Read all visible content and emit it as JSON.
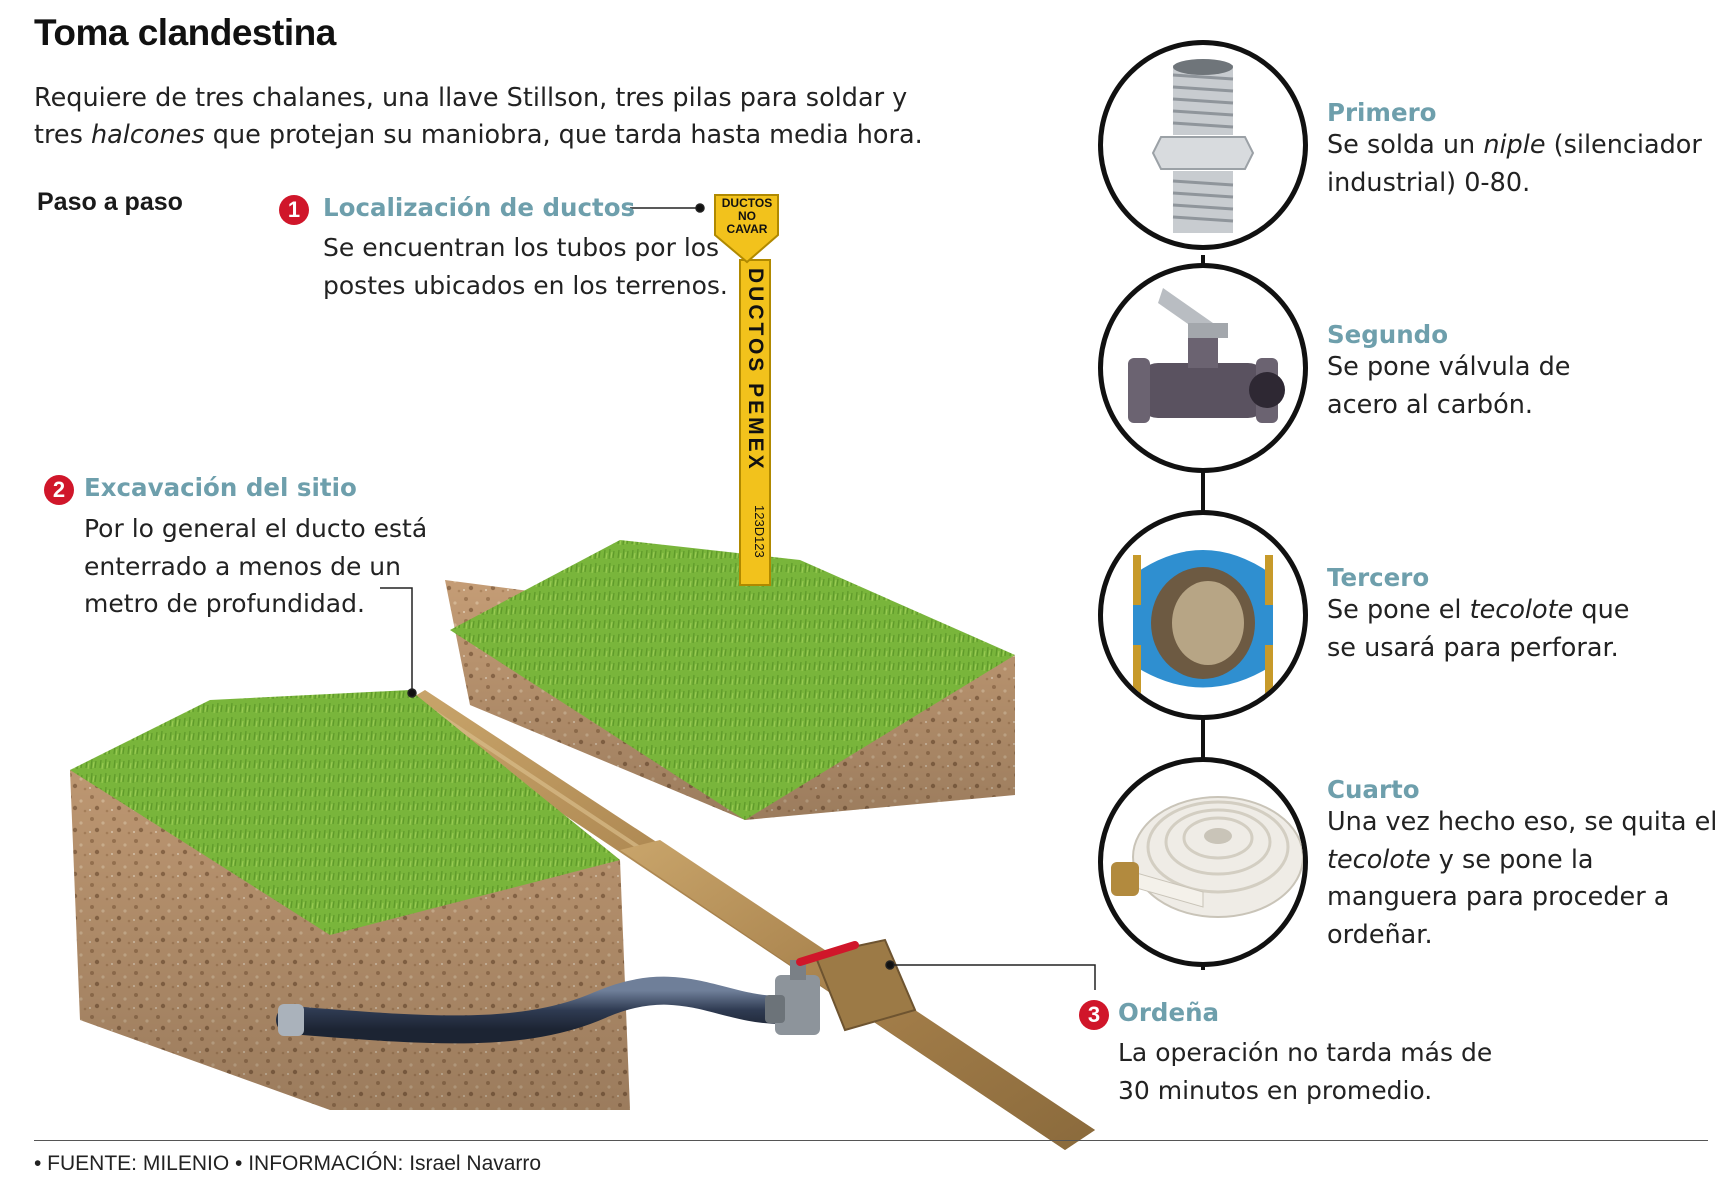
{
  "title": "Toma clandestina",
  "intro": {
    "part1": "Requiere de tres chalanes, una llave Stillson, tres pilas para soldar y tres ",
    "italic": "halcones",
    "part2": " que protejan su maniobra, que tarda hasta media hora."
  },
  "section_label": "Paso a paso",
  "steps": [
    {
      "number": "1",
      "heading": "Localización de ductos",
      "body": "Se encuentran los tubos por los postes ubicados en los terrenos."
    },
    {
      "number": "2",
      "heading": "Excavación del sitio",
      "body": "Por lo general el ducto está enterrado a menos de un metro de profundidad."
    },
    {
      "number": "3",
      "heading": "Ordeña",
      "body": "La operación no tarda más de 30 minutos en promedio."
    }
  ],
  "post": {
    "sign_top": "DUCTOS",
    "sign_warning": "NO CAVAR",
    "pole_text": "DUCTOS PEMEX",
    "pole_code": "123D123"
  },
  "sequence": [
    {
      "heading": "Primero",
      "body_before": "Se solda un ",
      "italic": "niple",
      "body_after": " (silenciador industrial) 0-80.",
      "icon": "nipple-fitting"
    },
    {
      "heading": "Segundo",
      "body_before": "Se pone válvula de acero al carbón.",
      "italic": "",
      "body_after": "",
      "icon": "ball-valve"
    },
    {
      "heading": "Tercero",
      "body_before": "Se pone el ",
      "italic": "tecolote",
      "body_after": " que se usará para perforar.",
      "icon": "tapping-saddle"
    },
    {
      "heading": "Cuarto",
      "body_before": "Una vez hecho eso, se quita el ",
      "italic": "tecolote",
      "body_after": " y se pone la manguera para proceder a ordeñar.",
      "icon": "rolled-hose"
    }
  ],
  "footer": "• FUENTE: MILENIO • INFORMACIÓN: Israel Navarro",
  "colors": {
    "accent_heading": "#6e9fac",
    "number_badge": "#d0162a",
    "grass": "#7ab83a",
    "soil": "#caa27a",
    "pipe": "#b08a52"
  }
}
